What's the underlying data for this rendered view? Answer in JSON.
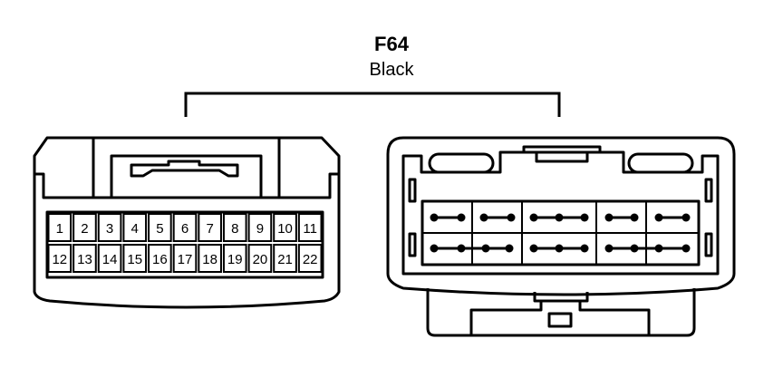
{
  "connector": {
    "id": "F64",
    "color_label": "Black"
  },
  "pins": {
    "row1": [
      "1",
      "2",
      "3",
      "4",
      "5",
      "6",
      "7",
      "8",
      "9",
      "10",
      "11"
    ],
    "row2": [
      "12",
      "13",
      "14",
      "15",
      "16",
      "17",
      "18",
      "19",
      "20",
      "21",
      "22"
    ]
  }
}
